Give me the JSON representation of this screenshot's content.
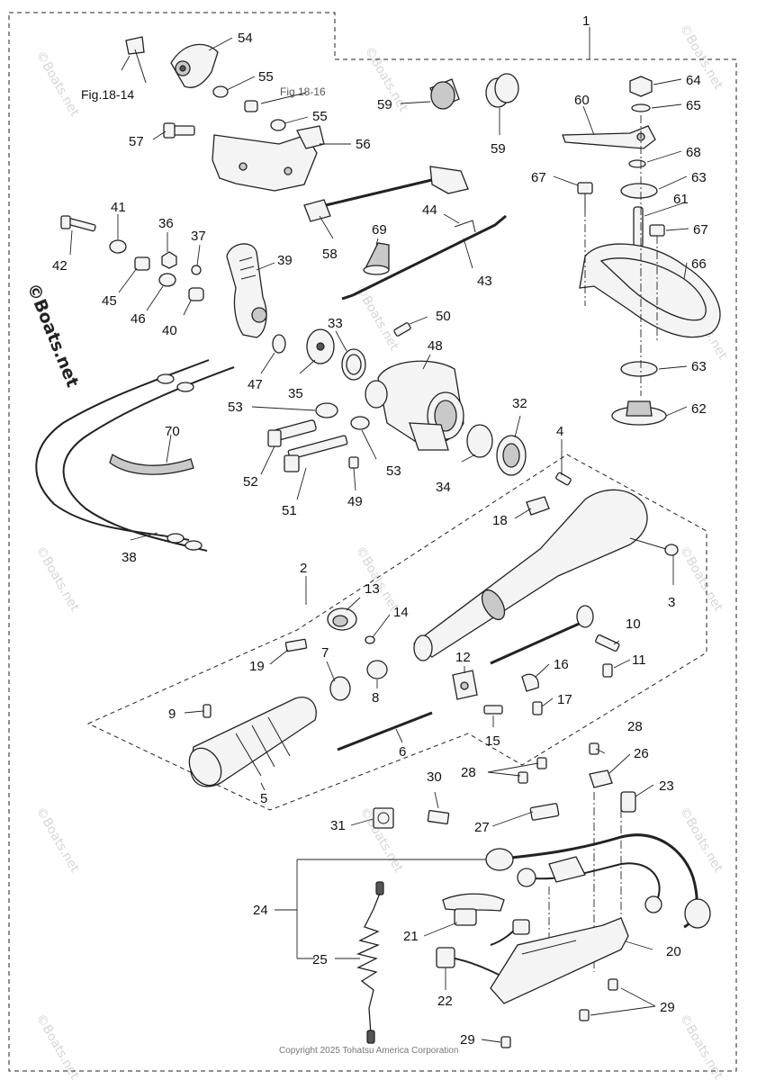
{
  "diagram": {
    "callouts": [
      {
        "id": "1",
        "text": "1"
      },
      {
        "id": "2",
        "text": "2"
      },
      {
        "id": "3",
        "text": "3"
      },
      {
        "id": "4",
        "text": "4"
      },
      {
        "id": "5",
        "text": "5"
      },
      {
        "id": "6",
        "text": "6"
      },
      {
        "id": "7",
        "text": "7"
      },
      {
        "id": "8",
        "text": "8"
      },
      {
        "id": "9",
        "text": "9"
      },
      {
        "id": "10",
        "text": "10"
      },
      {
        "id": "11",
        "text": "11"
      },
      {
        "id": "12",
        "text": "12"
      },
      {
        "id": "13",
        "text": "13"
      },
      {
        "id": "14",
        "text": "14"
      },
      {
        "id": "15",
        "text": "15"
      },
      {
        "id": "16",
        "text": "16"
      },
      {
        "id": "17",
        "text": "17"
      },
      {
        "id": "18",
        "text": "18"
      },
      {
        "id": "19",
        "text": "19"
      },
      {
        "id": "20",
        "text": "20"
      },
      {
        "id": "21",
        "text": "21"
      },
      {
        "id": "22",
        "text": "22"
      },
      {
        "id": "23",
        "text": "23"
      },
      {
        "id": "24",
        "text": "24"
      },
      {
        "id": "25",
        "text": "25"
      },
      {
        "id": "26",
        "text": "26"
      },
      {
        "id": "27",
        "text": "27"
      },
      {
        "id": "28a",
        "text": "28"
      },
      {
        "id": "28b",
        "text": "28"
      },
      {
        "id": "29a",
        "text": "29"
      },
      {
        "id": "29b",
        "text": "29"
      },
      {
        "id": "30",
        "text": "30"
      },
      {
        "id": "31",
        "text": "31"
      },
      {
        "id": "32",
        "text": "32"
      },
      {
        "id": "33",
        "text": "33"
      },
      {
        "id": "34",
        "text": "34"
      },
      {
        "id": "35",
        "text": "35"
      },
      {
        "id": "36",
        "text": "36"
      },
      {
        "id": "37",
        "text": "37"
      },
      {
        "id": "38",
        "text": "38"
      },
      {
        "id": "39",
        "text": "39"
      },
      {
        "id": "40",
        "text": "40"
      },
      {
        "id": "41",
        "text": "41"
      },
      {
        "id": "42",
        "text": "42"
      },
      {
        "id": "43",
        "text": "43"
      },
      {
        "id": "44",
        "text": "44"
      },
      {
        "id": "45",
        "text": "45"
      },
      {
        "id": "46",
        "text": "46"
      },
      {
        "id": "47",
        "text": "47"
      },
      {
        "id": "48",
        "text": "48"
      },
      {
        "id": "49",
        "text": "49"
      },
      {
        "id": "50",
        "text": "50"
      },
      {
        "id": "51",
        "text": "51"
      },
      {
        "id": "52",
        "text": "52"
      },
      {
        "id": "53a",
        "text": "53"
      },
      {
        "id": "53b",
        "text": "53"
      },
      {
        "id": "54",
        "text": "54"
      },
      {
        "id": "55a",
        "text": "55"
      },
      {
        "id": "55b",
        "text": "55"
      },
      {
        "id": "56",
        "text": "56"
      },
      {
        "id": "57",
        "text": "57"
      },
      {
        "id": "58",
        "text": "58"
      },
      {
        "id": "59a",
        "text": "59"
      },
      {
        "id": "59b",
        "text": "59"
      },
      {
        "id": "60",
        "text": "60"
      },
      {
        "id": "61",
        "text": "61"
      },
      {
        "id": "62",
        "text": "62"
      },
      {
        "id": "63a",
        "text": "63"
      },
      {
        "id": "63b",
        "text": "63"
      },
      {
        "id": "64",
        "text": "64"
      },
      {
        "id": "65",
        "text": "65"
      },
      {
        "id": "66",
        "text": "66"
      },
      {
        "id": "67a",
        "text": "67"
      },
      {
        "id": "67b",
        "text": "67"
      },
      {
        "id": "68",
        "text": "68"
      },
      {
        "id": "69",
        "text": "69"
      },
      {
        "id": "70",
        "text": "70"
      }
    ],
    "figure_refs": {
      "fig_18_14": "Fig.18-14",
      "fig_18_16": "Fig.18-16"
    },
    "watermark": "©Boats.net",
    "copyright": "Copyright 2025 Tohatsu America Corporation"
  }
}
